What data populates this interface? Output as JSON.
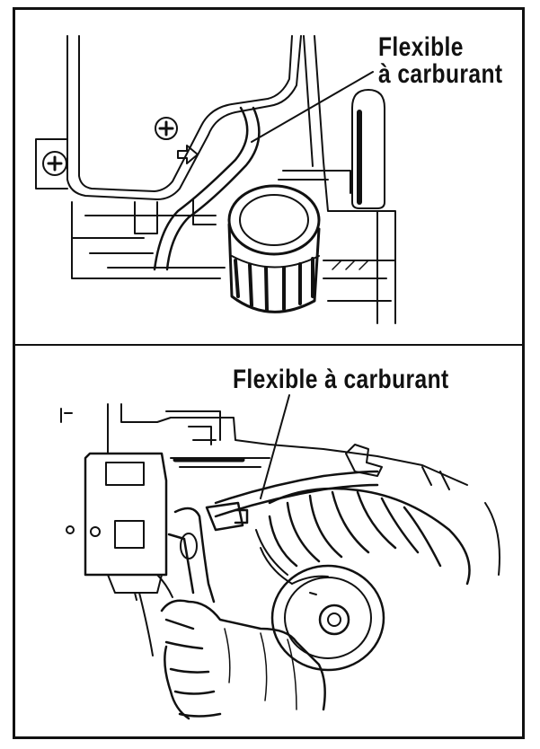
{
  "top_panel": {
    "callout_line1": "Flexible",
    "callout_line2": "à carburant"
  },
  "bottom_panel": {
    "callout": "Flexible à carburant"
  },
  "colors": {
    "ink": "#111111",
    "paper": "#ffffff"
  }
}
